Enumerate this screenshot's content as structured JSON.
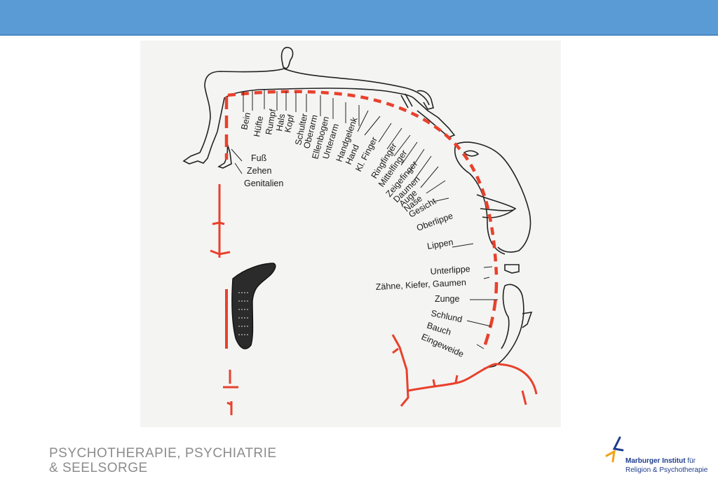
{
  "labels": {
    "bein": "Bein",
    "huefte": "Hüfte",
    "rumpf": "Rumpf",
    "hals": "Hals",
    "kopf": "Kopf",
    "schulter": "Schulter",
    "oberarm": "Oberarm",
    "ellenbogen": "Ellenbogen",
    "unterarm": "Unterarm",
    "handgelenk": "Handgelenk",
    "hand": "Hand",
    "klfinger": "Kl. Finger",
    "ringfinger": "Ringfinger",
    "mittelfinger": "Mittelfinger",
    "zeigefinger": "Zeigefinger",
    "daumen": "Daumen",
    "auge": "Auge",
    "nase": "Nase",
    "gesicht": "Gesicht",
    "oberlippe": "Oberlippe",
    "lippen": "Lippen",
    "unterlippe": "Unterlippe",
    "zaehne": "Zähne, Kiefer, Gaumen",
    "zunge": "Zunge",
    "schlund": "Schlund",
    "bauch": "Bauch",
    "eingeweide": "Eingeweide",
    "fuss": "Fuß",
    "zehen": "Zehen",
    "genitalien": "Genitalien"
  },
  "footer": {
    "line1": "PSYCHOTHERAPIE, PSYCHIATRIE",
    "line2": "& SEELSORGE"
  },
  "logo": {
    "name_bold": "Marburger Institut",
    "name_rest": " für",
    "line2": "Religion & Psychotherapie"
  },
  "colors": {
    "header_bar": "#5b9bd5",
    "diagram_red": "#e8412c",
    "logo_blue": "#1e3c8c",
    "logo_orange": "#f2a31b",
    "footer_gray": "#8c8c8c"
  }
}
